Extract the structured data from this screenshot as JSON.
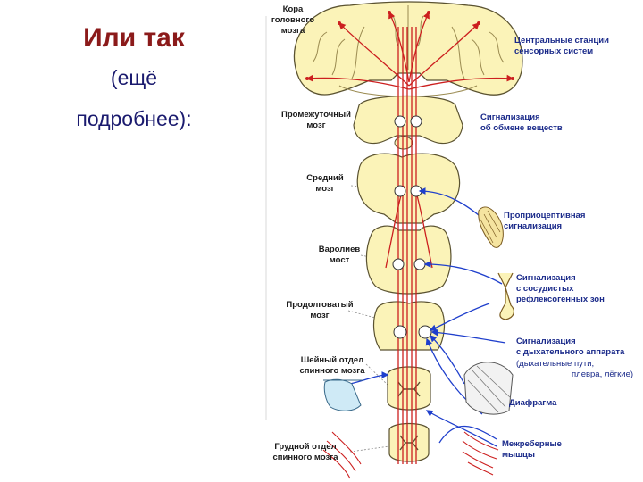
{
  "title": {
    "main": "Или так",
    "sub_line1": "(ещё",
    "sub_line2": "подробнее):"
  },
  "colors": {
    "tissue": "#fbf3b8",
    "tissue_edge": "#5a5230",
    "ascending_path": "#cc1f1f",
    "afferent_path": "#1f3fcc"
  },
  "left_labels": {
    "cortex": [
      "Кора",
      "головного",
      "мозга"
    ],
    "diencephalon": [
      "Промежуточный",
      "мозг"
    ],
    "midbrain": [
      "Средний",
      "мозг"
    ],
    "pons": [
      "Варолиев",
      "мост"
    ],
    "medulla": [
      "Продолговатый",
      "мозг"
    ],
    "cervical": [
      "Шейный отдел",
      "спинного мозга"
    ],
    "thoracic": [
      "Грудной отдел",
      "спинного мозга"
    ]
  },
  "right_labels": {
    "central_stations": [
      "Центральные станции",
      "сенсорных систем"
    ],
    "metabolism": [
      "Сигнализация",
      "об обмене веществ"
    ],
    "proprioceptive": [
      "Проприоцептивная",
      "сигнализация"
    ],
    "vascular": [
      "Сигнализация",
      "с сосудистых",
      "рефлексогенных зон"
    ],
    "respiratory": [
      "Сигнализация",
      "с дыхательного аппарата"
    ],
    "respiratory_note": [
      "(дыхательные пути,",
      "плевра, лёгкие)"
    ],
    "diaphragm": [
      "Диафрагма"
    ],
    "intercostal": [
      "Межреберные",
      "мышцы"
    ]
  }
}
